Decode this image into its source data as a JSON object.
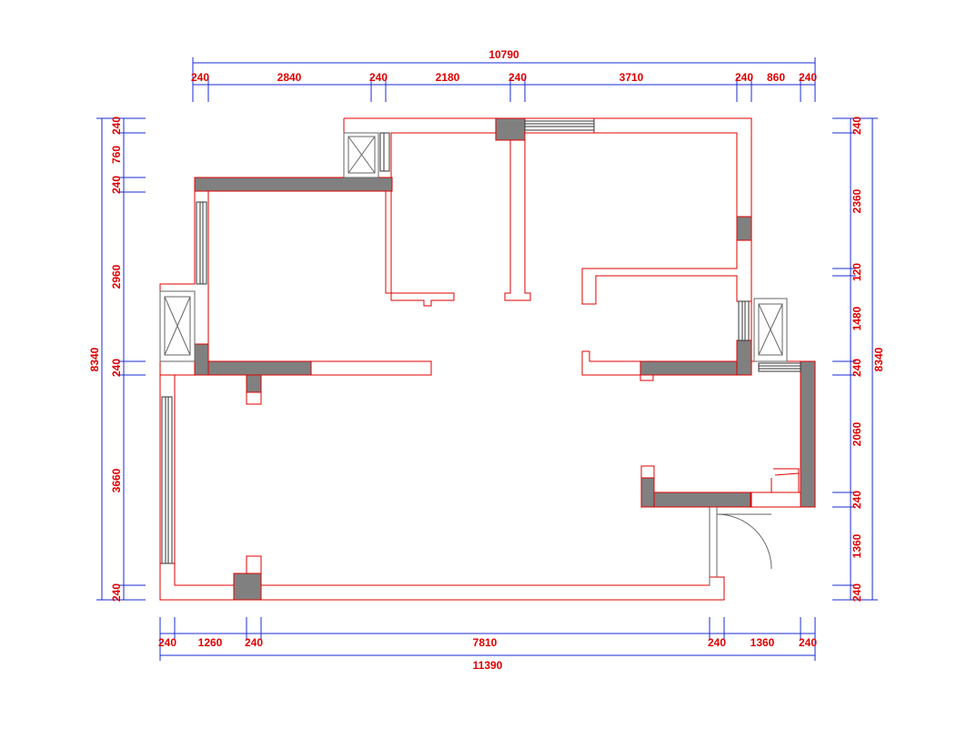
{
  "top_chain": [
    "240",
    "2840",
    "240",
    "2180",
    "240",
    "3710",
    "240",
    "860",
    "240"
  ],
  "top_total": "10790",
  "bottom_chain": [
    "240",
    "1260",
    "240",
    "7810",
    "240",
    "1360",
    "240"
  ],
  "bottom_total": "11390",
  "left_chain": [
    "240",
    "760",
    "240",
    "2960",
    "240",
    "3660",
    "240"
  ],
  "left_total": "8340",
  "right_chain": [
    "240",
    "2360",
    "120",
    "1480",
    "240",
    "2060",
    "240",
    "1360",
    "240"
  ],
  "right_total": "8340"
}
